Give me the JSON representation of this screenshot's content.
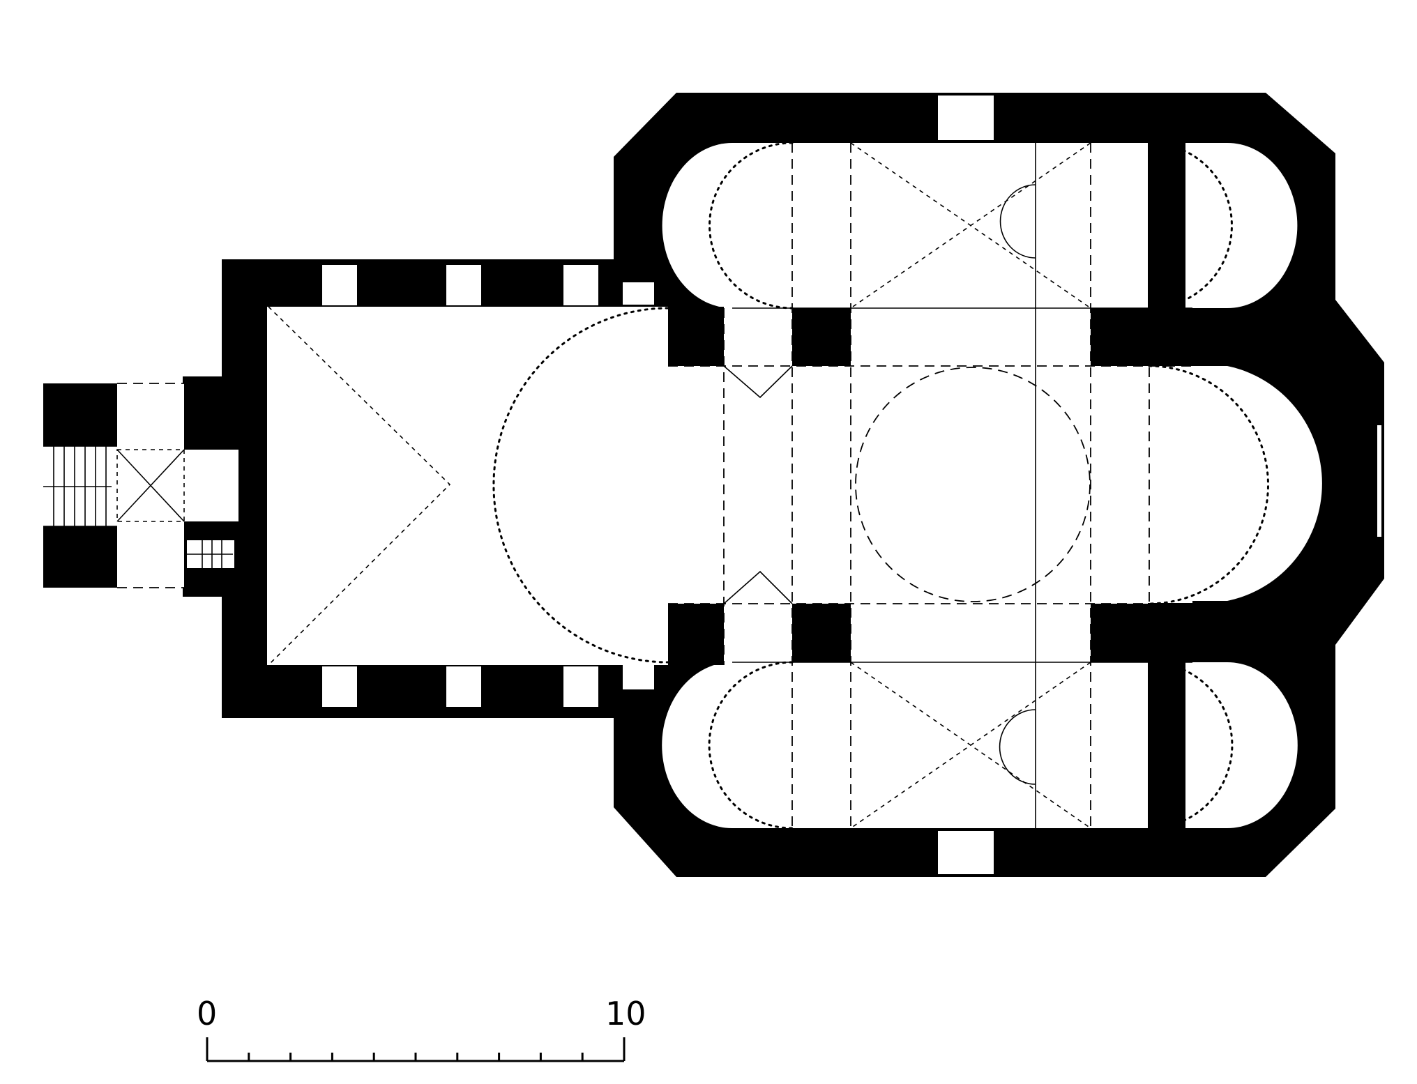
{
  "scale_bar": {
    "start_label": "0",
    "end_label": "10",
    "divisions": 10
  },
  "colors": {
    "ink": "#000000",
    "paper": "#ffffff"
  }
}
